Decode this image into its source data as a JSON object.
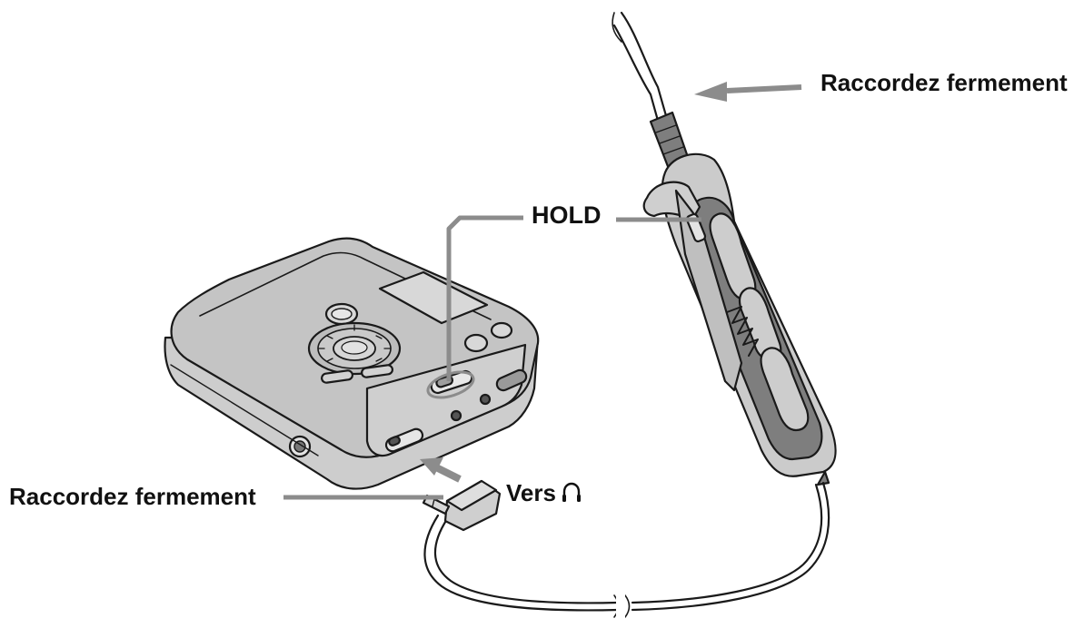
{
  "labels": {
    "connect_remote": "Raccordez fermement",
    "hold": "HOLD",
    "connect_player": "Raccordez fermement",
    "to_headphones": "Vers"
  },
  "icons": {
    "headphone_symbol": "headphones-icon"
  },
  "colors": {
    "device_fill": "#d4d4d4",
    "device_top": "#c6c6c6",
    "outline": "#1a1a1a",
    "leader_line": "#8c8c8c",
    "dark_part": "#7e7e7e",
    "background": "#ffffff"
  }
}
